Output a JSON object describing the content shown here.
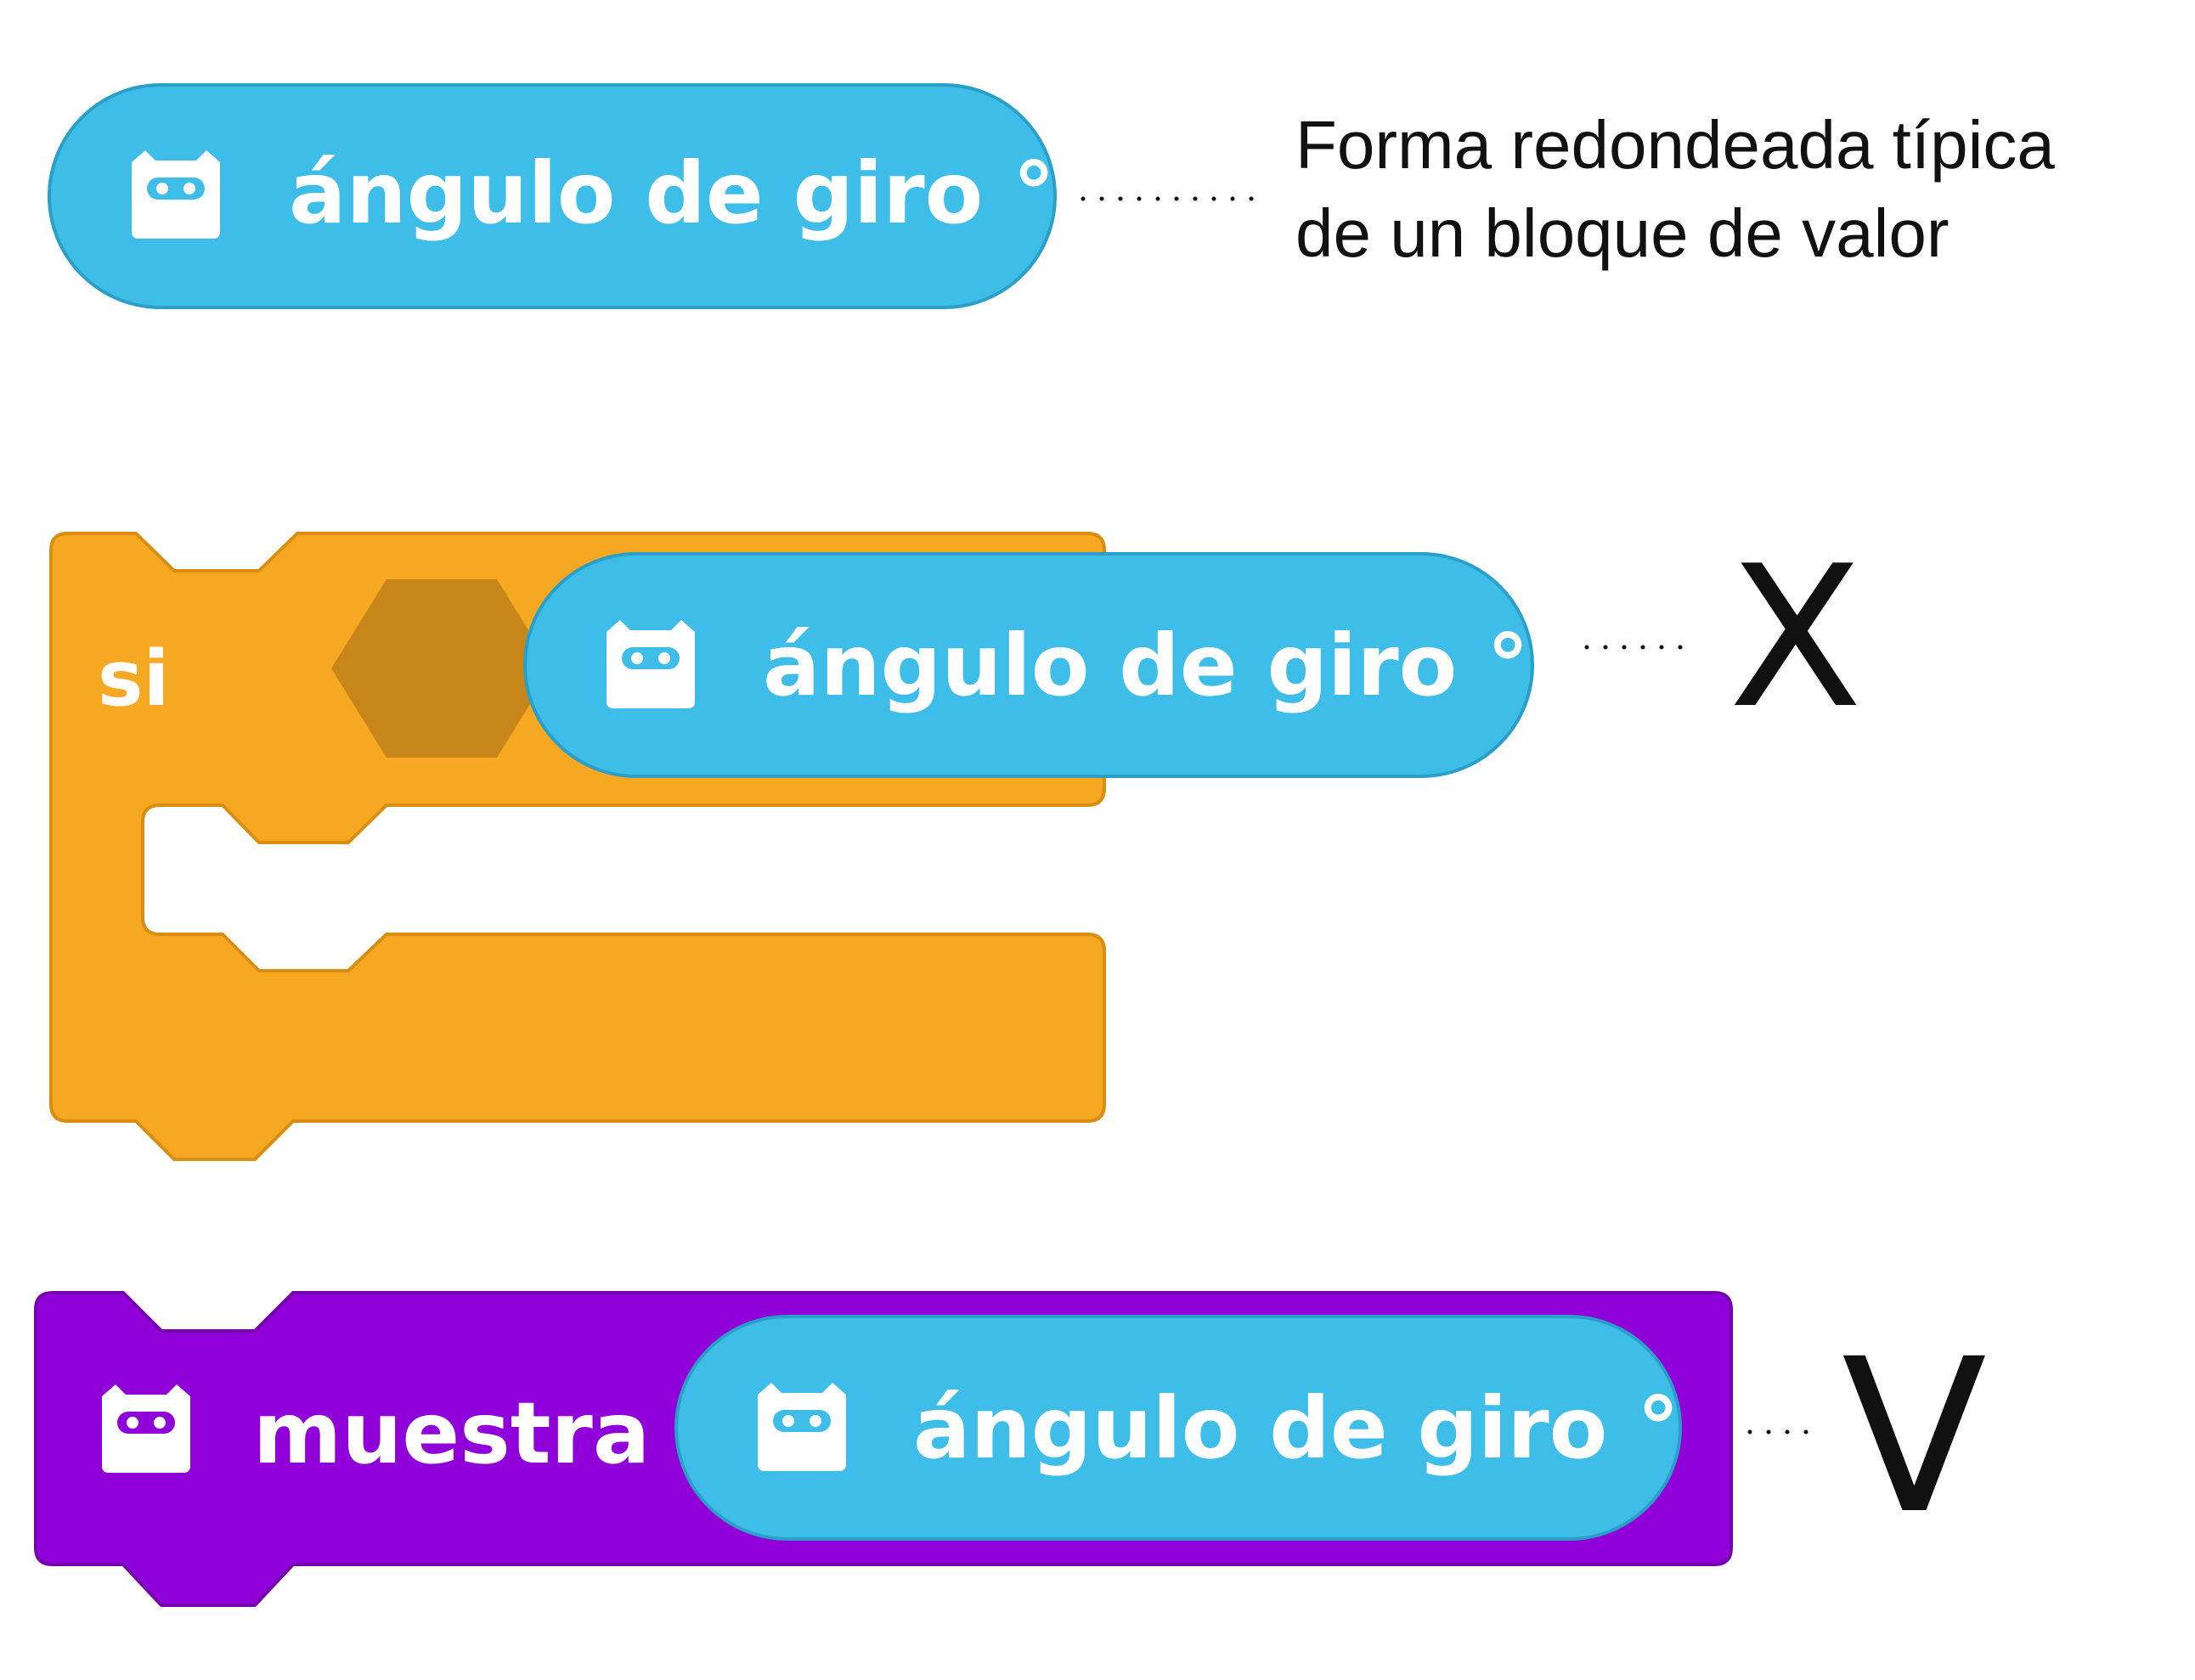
{
  "colors": {
    "value_block": "#3dbde8",
    "value_block_border": "#2a9fc8",
    "control_block": "#f7a823",
    "control_block_border": "#d98e12",
    "boolean_slot": "#c6861a",
    "display_block": "#9000d8",
    "display_block_border": "#7400b0",
    "text_light": "#ffffff",
    "text_dark": "#111111"
  },
  "icons": {
    "robot": "robot-face-icon"
  },
  "value_block": {
    "label": "ángulo de giro °"
  },
  "annotation": {
    "line1": "Forma redondeada típica",
    "line2": "de un bloque de valor"
  },
  "if_block": {
    "label": "si",
    "embedded_value_label": "ángulo de giro °",
    "verdict": "X"
  },
  "display_block": {
    "label": "muestra",
    "embedded_value_label": "ángulo de giro °",
    "verdict": "V"
  }
}
